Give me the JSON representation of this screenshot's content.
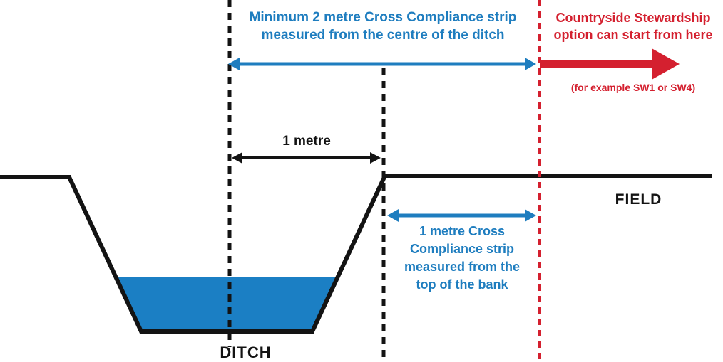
{
  "diagram": {
    "top_strip_label": "Minimum 2 metre Cross Compliance strip\nmeasured from the centre of the ditch",
    "stewardship_label": "Countryside Stewardship\noption can start from here",
    "stewardship_example_label": "(for example SW1 or SW4)",
    "one_metre_label": "1 metre",
    "field_label": "FIELD",
    "bank_strip_label": "1 metre Cross\nCompliance strip\nmeasured from the\ntop of the bank",
    "ditch_label": "DITCH"
  },
  "colors": {
    "blue": "#1e7dbf",
    "red": "#d4202f",
    "ink": "#131313",
    "water": "#1b7fc4",
    "bg": "#ffffff"
  }
}
